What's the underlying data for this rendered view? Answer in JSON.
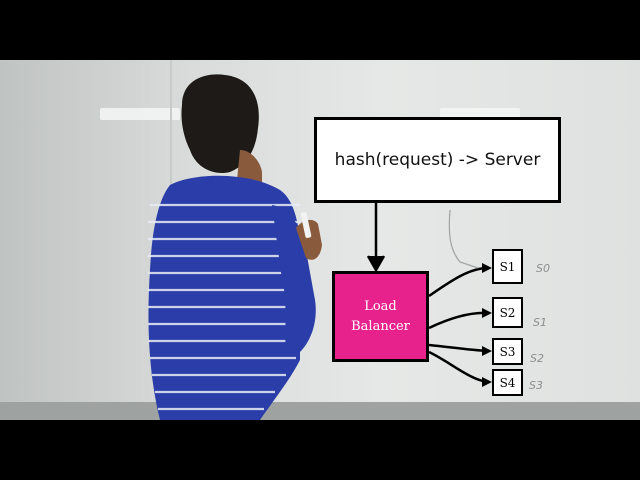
{
  "diagram": {
    "hash_label": "hash(request) -> Server",
    "load_balancer": {
      "line1": "Load",
      "line2": "Balancer"
    },
    "servers": [
      "S1",
      "S2",
      "S3",
      "S4"
    ],
    "handwritten": [
      "S0",
      "S1",
      "S2",
      "S3"
    ]
  }
}
